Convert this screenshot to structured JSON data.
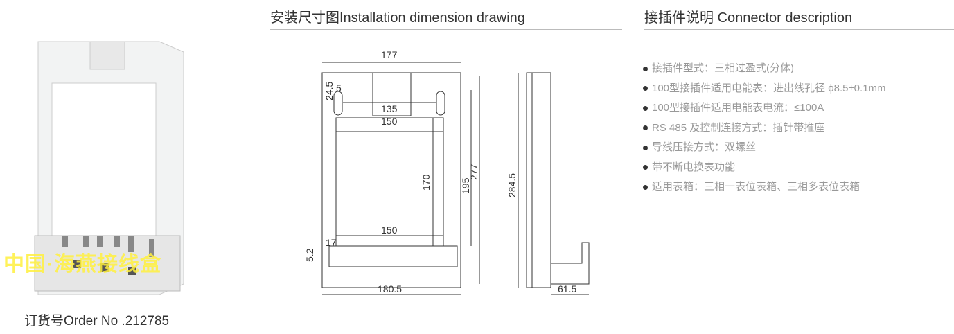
{
  "install_heading": "安装尺寸图Installation dimension drawing",
  "connector_heading": "接插件说明 Connector description",
  "specs": [
    "接插件型式：三相过盈式(分体)",
    "100型接插件适用电能表：进出线孔径 ϕ8.5±0.1mm",
    "100型接插件适用电能表电流：≤100A",
    "RS 485 及控制连接方式：插针带推座",
    "导线压接方式：双螺丝",
    "带不断电换表功能",
    "适用表箱：三相一表位表箱、三相多表位表箱"
  ],
  "order_no": "订货号Order No .212785",
  "watermark": "中国·海燕接线盒",
  "dims": {
    "w177": "177",
    "d24_5": "24.5",
    "d5": "5",
    "d135": "135",
    "d150a": "150",
    "d170": "170",
    "d195": "195",
    "d277": "277",
    "d150b": "150",
    "d17": "17",
    "d5_2": "5.2",
    "d180_5": "180.5",
    "d284_5": "284.5",
    "d61_5": "61.5"
  }
}
